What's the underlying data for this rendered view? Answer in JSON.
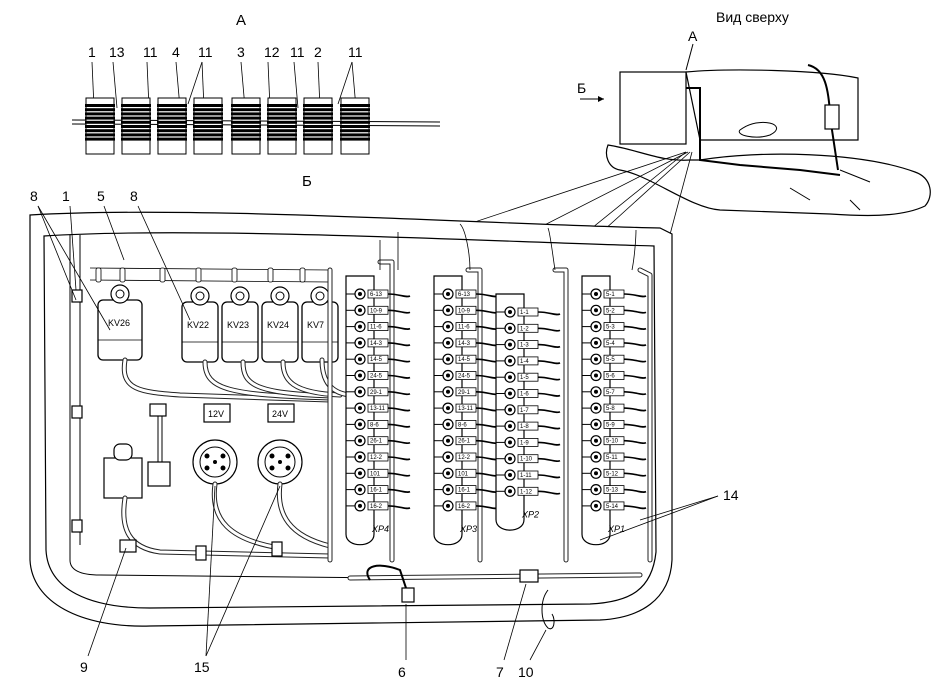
{
  "titles": {
    "view_a": "А",
    "view_b": "Б",
    "top_view": "Вид сверху",
    "arrow_a": "А",
    "arrow_b": "Б"
  },
  "view_a_labels": [
    "1",
    "13",
    "11",
    "4",
    "11",
    "3",
    "12",
    "11",
    "2",
    "11"
  ],
  "relays": [
    "KV26",
    "KV22",
    "KV23",
    "KV24",
    "KV7"
  ],
  "voltage_labels": [
    "12V",
    "24V"
  ],
  "connectors": [
    "XP4",
    "XP3",
    "XP2",
    "XP1"
  ],
  "callouts": {
    "c8a": "8",
    "c1": "1",
    "c5": "5",
    "c8b": "8",
    "c14": "14",
    "c9": "9",
    "c15": "15",
    "c6": "6",
    "c7": "7",
    "c10": "10"
  },
  "terminal_labels": {
    "xp4": [
      "6-13",
      "10-9",
      "11-6",
      "14-3",
      "14-5",
      "24-5",
      "29-1",
      "13-11",
      "8-6",
      "26-1",
      "12-2",
      "101",
      "16-1",
      "16-2"
    ],
    "xp3": [
      "6-13",
      "10-9",
      "11-6",
      "14-3",
      "14-5",
      "24-5",
      "29-1",
      "13-11",
      "8-6",
      "26-1",
      "12-2",
      "101",
      "16-1",
      "16-2"
    ],
    "xp2": [
      "1-1",
      "1-2",
      "1-3",
      "1-4",
      "1-5",
      "1-6",
      "1-7",
      "1-8",
      "1-9",
      "1-10",
      "1-11",
      "1-12"
    ],
    "xp1": [
      "5-1",
      "5-2",
      "5-3",
      "5-4",
      "5-5",
      "5-6",
      "5-7",
      "5-8",
      "5-9",
      "5-10",
      "5-11",
      "5-12",
      "5-13",
      "5-14"
    ]
  }
}
